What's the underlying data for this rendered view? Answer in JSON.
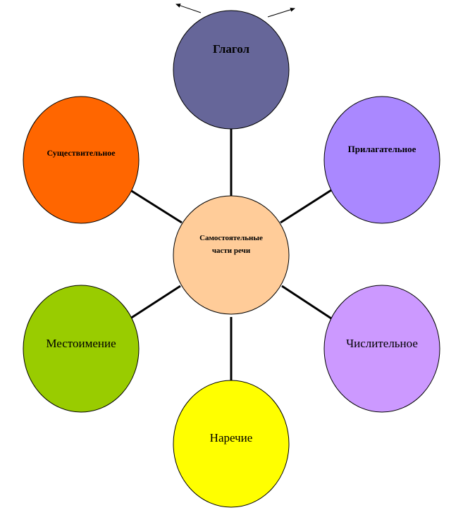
{
  "diagram": {
    "center": {
      "line1": "Самостоятельные",
      "line2": "части речи",
      "fill": "#ffcc99"
    },
    "nodes": [
      {
        "id": "glagol",
        "label": "Глагол",
        "fill": "#666699",
        "icon": ""
      },
      {
        "id": "prilagatelnoe",
        "label": "Прилагательное",
        "fill": "#aa88ff"
      },
      {
        "id": "chislitelnoe",
        "label": "Числительное",
        "fill": "#cc99ff"
      },
      {
        "id": "narechie",
        "label": "Наречие",
        "fill": "#ffff00"
      },
      {
        "id": "mestoimenie",
        "label": "Местоимение",
        "fill": "#99cc00"
      },
      {
        "id": "sushchestvitelnoe",
        "label": "Существительное",
        "fill": "#ff6600"
      }
    ],
    "line_color": "#000000"
  }
}
